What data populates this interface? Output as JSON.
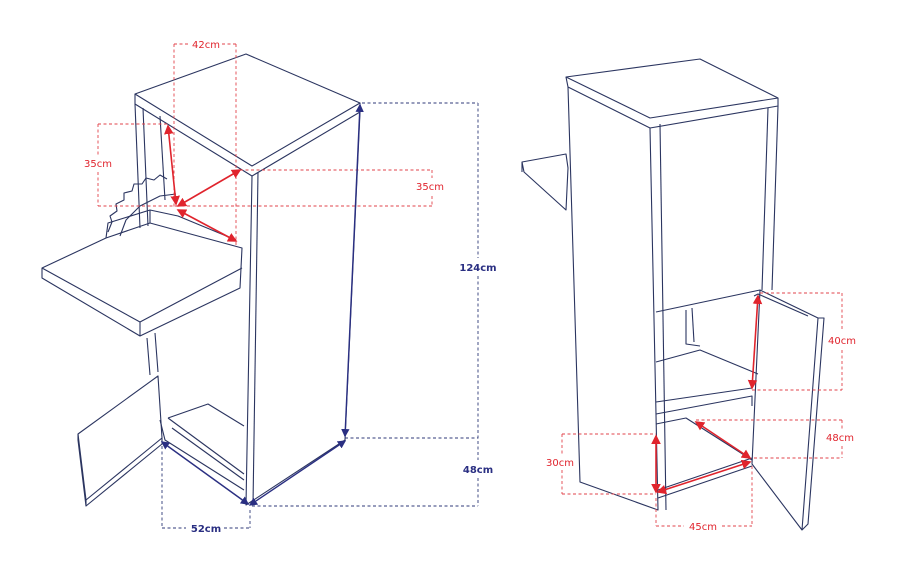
{
  "colors": {
    "outline": "#2b3560",
    "dimension_red": "#e0242d",
    "dimension_blue": "#2a2f82",
    "background": "#ffffff"
  },
  "left_view": {
    "dims": {
      "width_top": "42cm",
      "slot_height": "35cm",
      "slot_depth": "35cm",
      "total_height": "124cm",
      "lower_height": "48cm",
      "depth": "52cm"
    }
  },
  "right_view": {
    "dims": {
      "door_height": "40cm",
      "compartment_height": "48cm",
      "inner_height": "30cm",
      "inner_width": "45cm"
    }
  }
}
